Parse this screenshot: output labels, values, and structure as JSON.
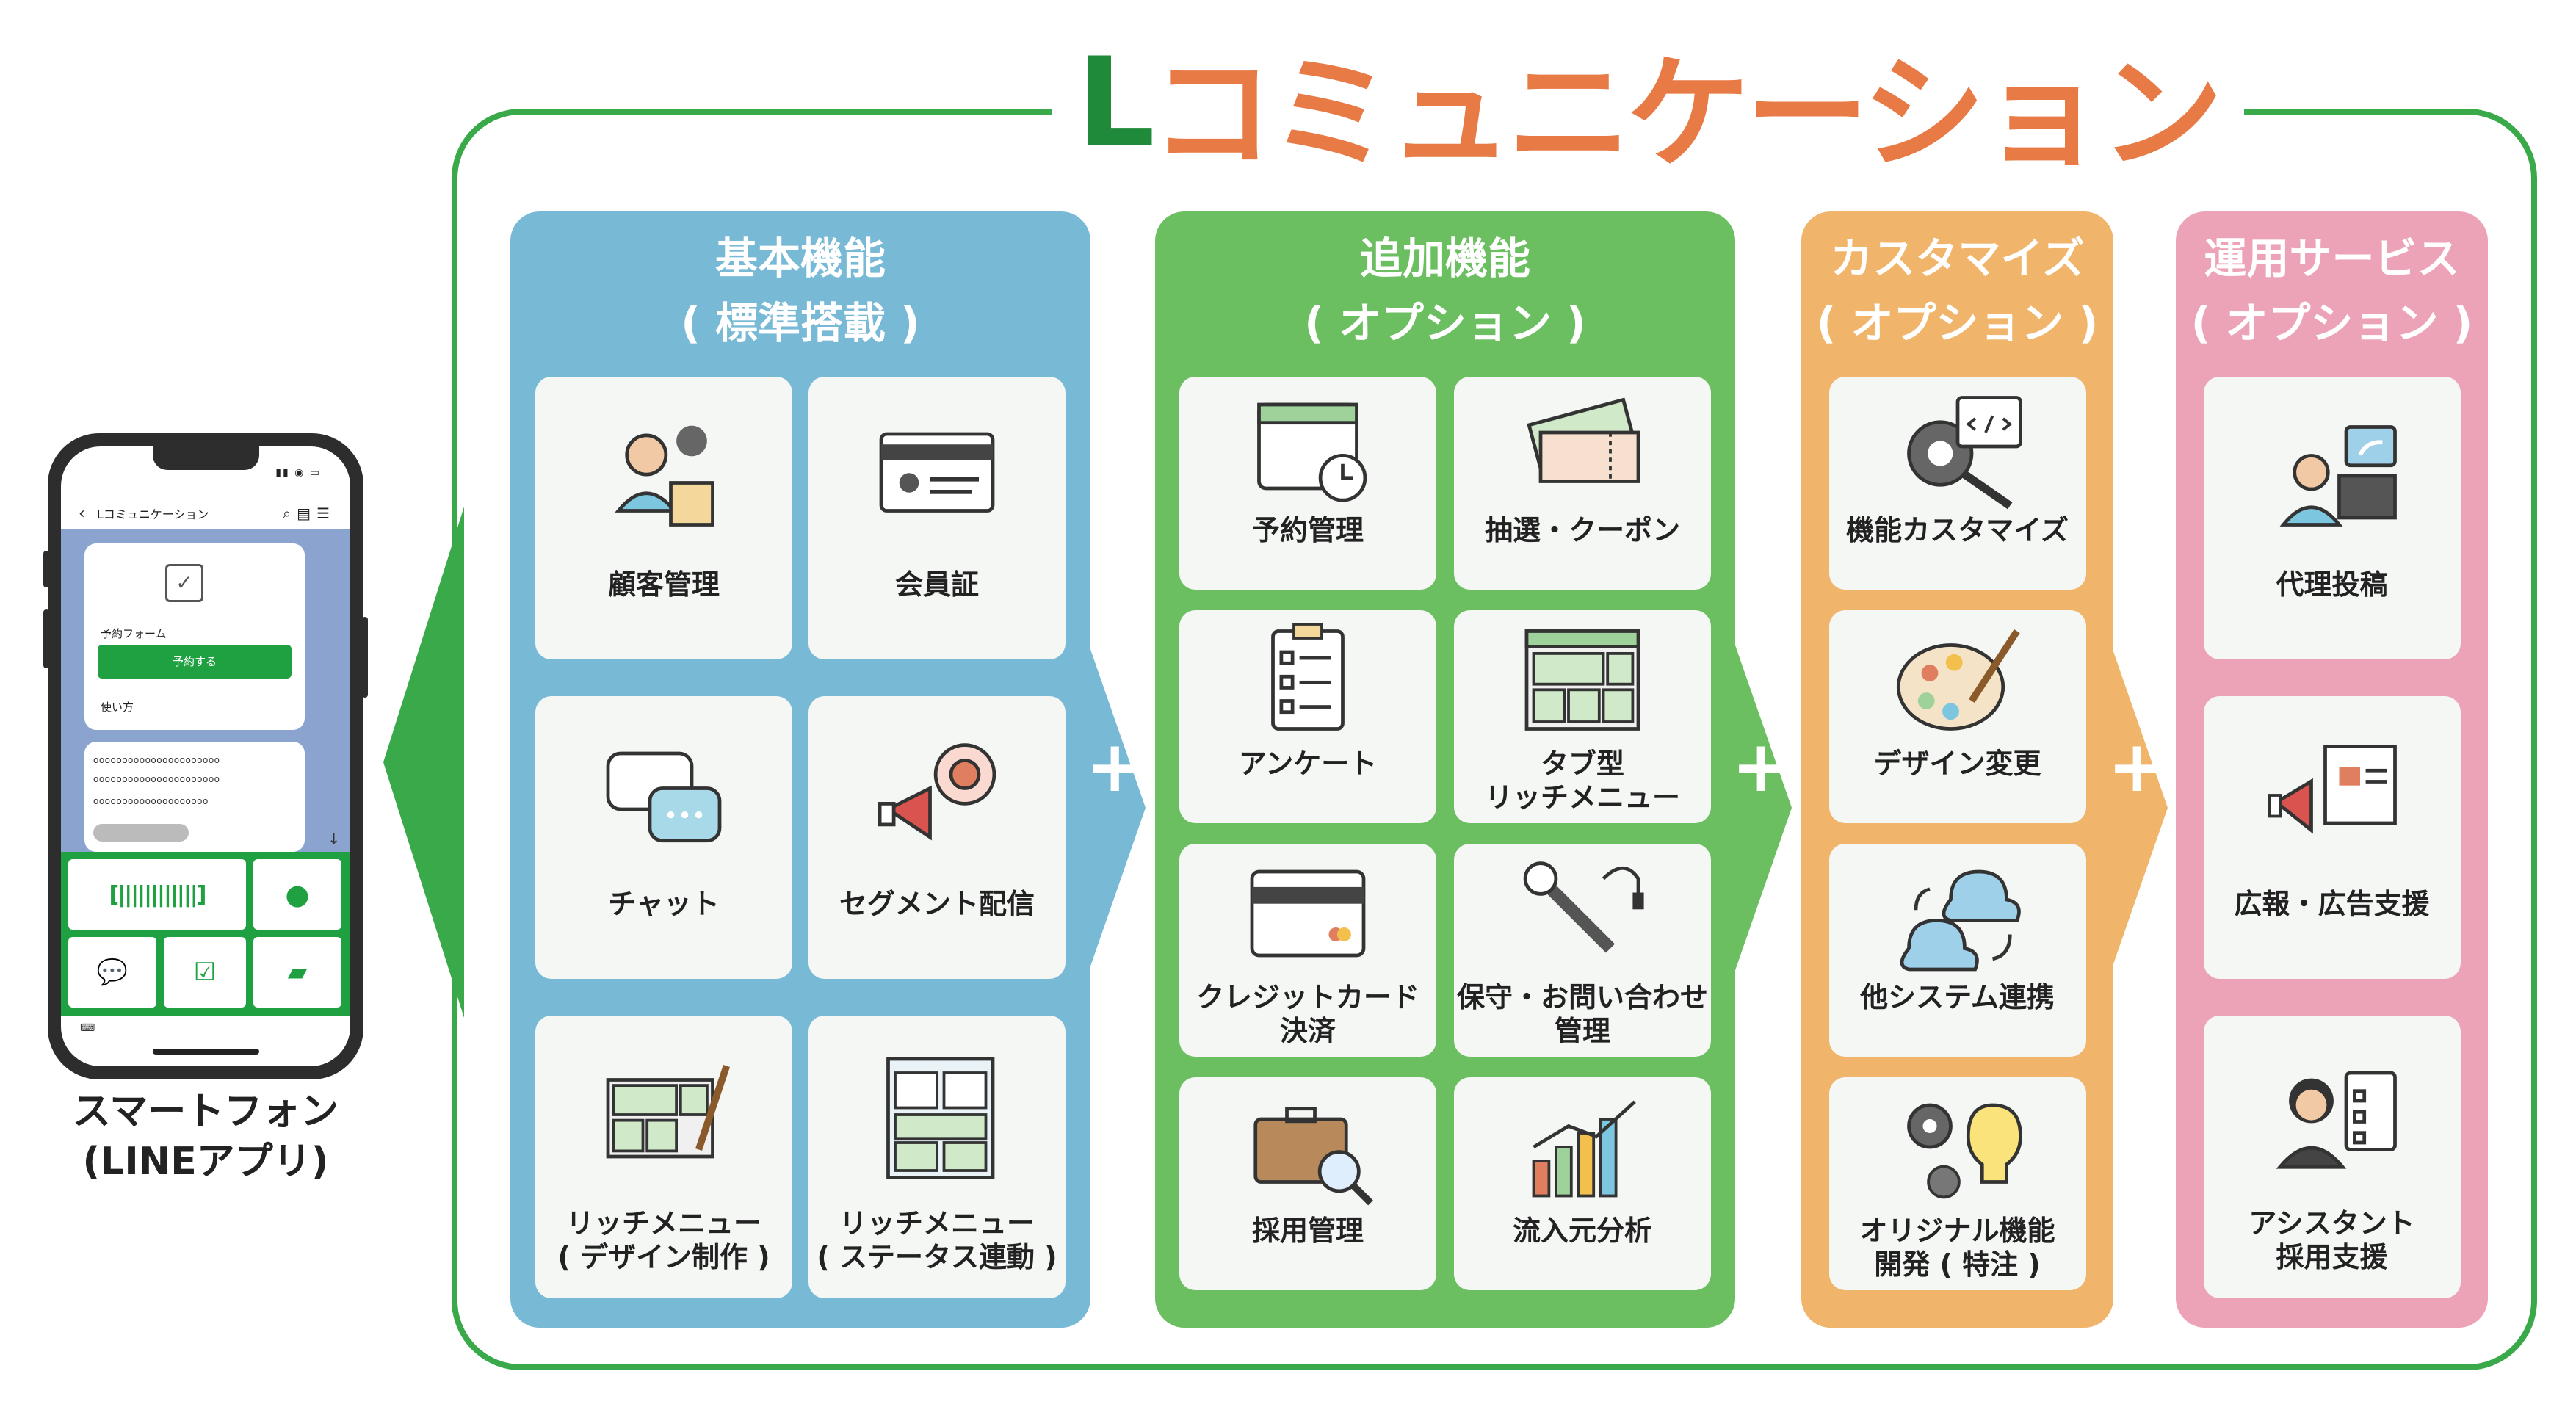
{
  "brand": {
    "l": "L",
    "rest": "コミュニケーション"
  },
  "phone": {
    "time": "",
    "chat_title": "Lコミュニケーション",
    "form_label": "予約フォーム",
    "book_button": "予約する",
    "howto": "使い方",
    "lines": [
      "oooooooooooooooooooooo",
      "oooooooooooooooooooooo",
      "oooooooooooooooooooo"
    ],
    "caption_line1": "スマートフォン",
    "caption_line2": "(LINEアプリ)"
  },
  "columns": [
    {
      "title": "基本機能",
      "subtitle": "( 標準搭載 )",
      "color": "#78b9d6",
      "items": [
        {
          "label": "顧客管理",
          "icon": "customer-management-icon"
        },
        {
          "label": "会員証",
          "icon": "member-card-icon"
        },
        {
          "label": "チャット",
          "icon": "chat-icon"
        },
        {
          "label": "セグメント配信",
          "icon": "segment-delivery-icon"
        },
        {
          "label": "リッチメニュー\n( デザイン制作 )",
          "icon": "rich-menu-design-icon"
        },
        {
          "label": "リッチメニュー\n( ステータス連動 )",
          "icon": "rich-menu-status-icon"
        }
      ]
    },
    {
      "title": "追加機能",
      "subtitle": "( オプション )",
      "color": "#6bbf61",
      "items": [
        {
          "label": "予約管理",
          "icon": "reservation-icon"
        },
        {
          "label": "抽選・クーポン",
          "icon": "coupon-icon"
        },
        {
          "label": "アンケート",
          "icon": "survey-icon"
        },
        {
          "label": "タブ型\nリッチメニュー",
          "icon": "tab-rich-menu-icon"
        },
        {
          "label": "クレジットカード\n決済",
          "icon": "credit-card-icon"
        },
        {
          "label": "保守・お問い合わせ\n管理",
          "icon": "maintenance-icon"
        },
        {
          "label": "採用管理",
          "icon": "recruitment-icon"
        },
        {
          "label": "流入元分析",
          "icon": "analytics-icon"
        }
      ]
    },
    {
      "title": "カスタマイズ",
      "subtitle": "( オプション )",
      "color": "#f0b46a",
      "items": [
        {
          "label": "機能カスタマイズ",
          "icon": "function-customize-icon"
        },
        {
          "label": "デザイン変更",
          "icon": "design-change-icon"
        },
        {
          "label": "他システム連携",
          "icon": "system-integration-icon"
        },
        {
          "label": "オリジナル機能\n開発 ( 特注 )",
          "icon": "original-development-icon"
        }
      ]
    },
    {
      "title": "運用サービス",
      "subtitle": "( オプション )",
      "color": "#eda3b7",
      "items": [
        {
          "label": "代理投稿",
          "icon": "proxy-posting-icon"
        },
        {
          "label": "広報・広告支援",
          "icon": "pr-support-icon"
        },
        {
          "label": "アシスタント\n採用支援",
          "icon": "assistant-hiring-icon"
        }
      ]
    }
  ],
  "plus_symbol": "+"
}
